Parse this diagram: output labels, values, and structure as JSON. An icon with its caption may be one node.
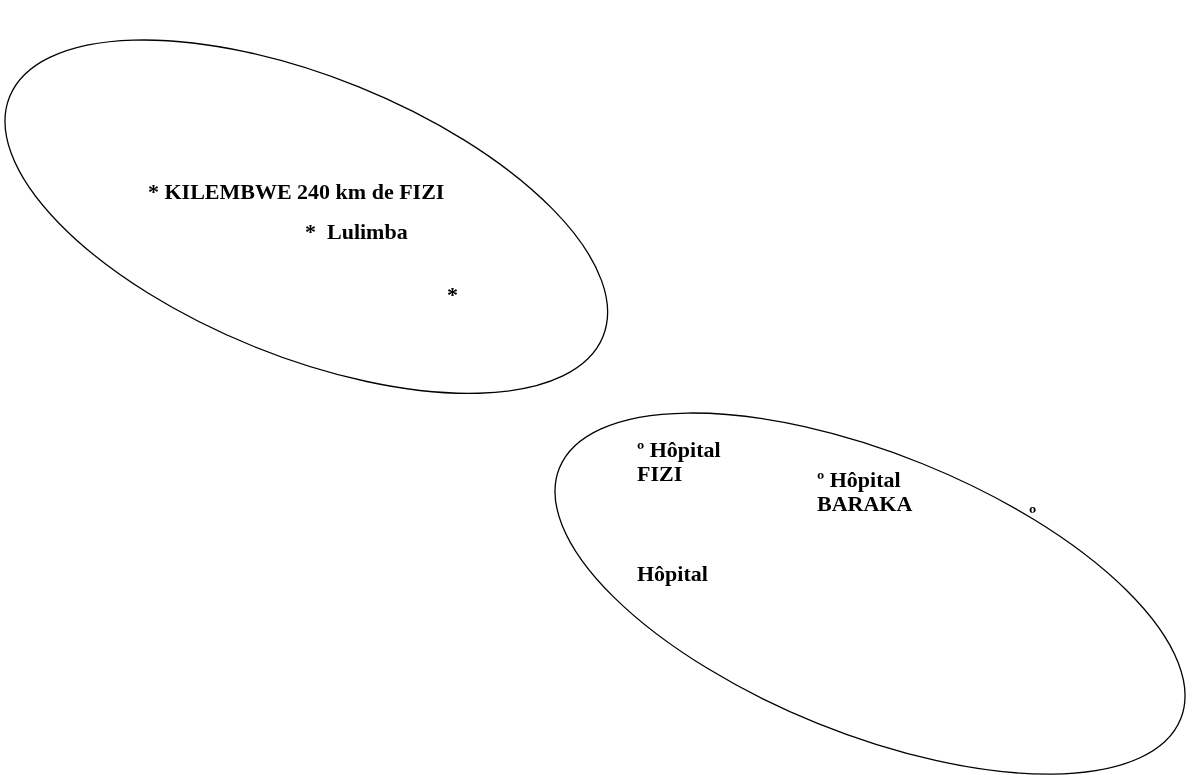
{
  "diagram": {
    "nodes": [
      {
        "text": [
          "* KILEMBWE 240 km de FIZI",
          "*  Lulimba",
          "*"
        ]
      },
      {
        "text": [
          "º Hôpital FIZI",
          "º Hôpital BARAKA",
          "º",
          "Hôpital"
        ]
      }
    ]
  }
}
